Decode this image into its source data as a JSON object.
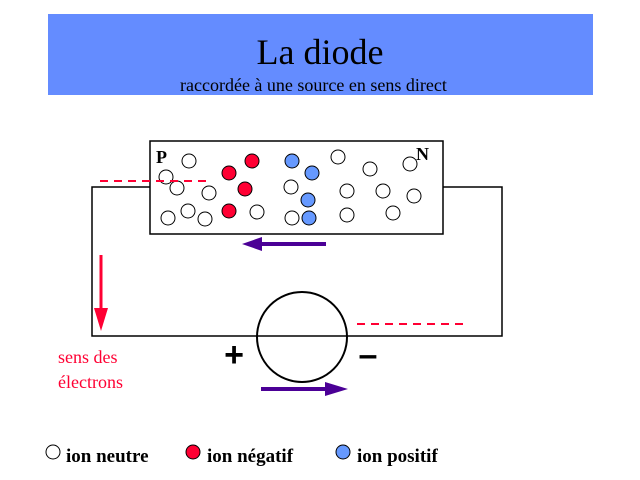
{
  "header": {
    "title": "La diode",
    "subtitle": "raccordée à une source en sens direct"
  },
  "diode": {
    "p_label": "P",
    "n_label": "N"
  },
  "source": {
    "plus_label": "+",
    "minus_label": "–"
  },
  "electron_direction": {
    "line1": "sens des",
    "line2": "électrons"
  },
  "legend": {
    "neutral": "ion neutre",
    "negative": "ion négatif",
    "positive": "ion positif"
  },
  "colors": {
    "banner": "#648cff",
    "negative_ion": "#ff0033",
    "positive_ion": "#6699ff",
    "arrow_purple": "#4b0096",
    "electron_red": "#ff0033"
  }
}
